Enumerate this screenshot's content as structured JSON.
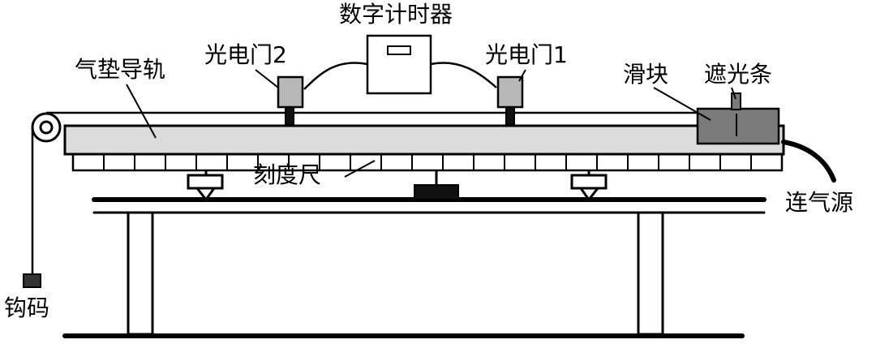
{
  "labels": {
    "timer": "数字计时器",
    "gate2": "光电门2",
    "gate1": "光电门1",
    "rail": "气垫导轨",
    "slider": "滑块",
    "shade": "遮光条",
    "ruler": "刻度尺",
    "air": "连气源",
    "weight": "钩码"
  },
  "colors": {
    "line": "#000000",
    "rail_fill": "#dcdcdc",
    "gate_fill": "#b8b8b8",
    "slider_fill": "#7a7a7a",
    "dark": "#222222"
  }
}
